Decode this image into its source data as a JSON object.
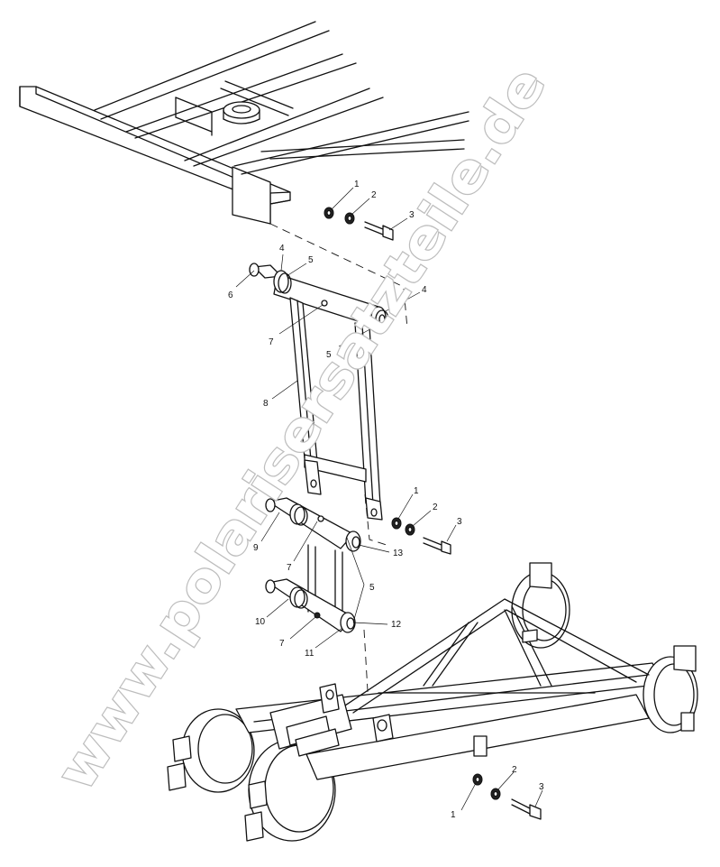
{
  "watermark": "www.polarisersatzteile.de",
  "callouts": [
    {
      "id": "c1-top",
      "text": "1"
    },
    {
      "id": "c2-top",
      "text": "2"
    },
    {
      "id": "c3-top",
      "text": "3"
    },
    {
      "id": "c4-left",
      "text": "4"
    },
    {
      "id": "c5-left",
      "text": "5"
    },
    {
      "id": "c6",
      "text": "6"
    },
    {
      "id": "c4-right",
      "text": "4"
    },
    {
      "id": "c7-upper",
      "text": "7"
    },
    {
      "id": "c5-right",
      "text": "5"
    },
    {
      "id": "c8",
      "text": "8"
    },
    {
      "id": "c1-mid",
      "text": "1"
    },
    {
      "id": "c2-mid",
      "text": "2"
    },
    {
      "id": "c3-mid",
      "text": "3"
    },
    {
      "id": "c9",
      "text": "9"
    },
    {
      "id": "c13",
      "text": "13"
    },
    {
      "id": "c7-mid",
      "text": "7"
    },
    {
      "id": "c5-mid",
      "text": "5"
    },
    {
      "id": "c10",
      "text": "10"
    },
    {
      "id": "c12",
      "text": "12"
    },
    {
      "id": "c7-lower",
      "text": "7"
    },
    {
      "id": "c11",
      "text": "11"
    },
    {
      "id": "c2-bot",
      "text": "2"
    },
    {
      "id": "c3-bot",
      "text": "3"
    },
    {
      "id": "c1-bot",
      "text": "1"
    }
  ]
}
